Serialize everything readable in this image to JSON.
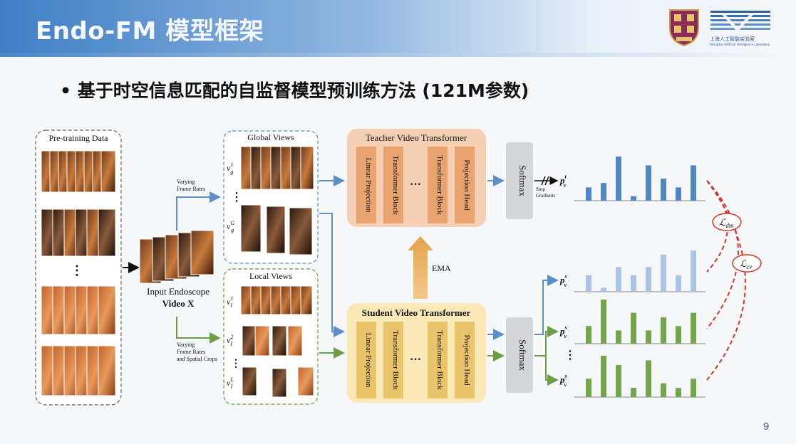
{
  "slide": {
    "title": "Endo-FM 模型框架",
    "bullet": "基于时空信息匹配的自监督模型预训练方法 (121M参数)",
    "page_number": "9"
  },
  "logos": {
    "lab_text": "上海人工智能实验室",
    "lab_subtext": "Shanghai Artificial Intelligence Laboratory"
  },
  "diagram": {
    "pretraining_data": "Pre-training Data",
    "input_label_line1": "Input Endoscope",
    "input_label_line2": "Video X",
    "varying_top_1": "Varying",
    "varying_top_2": "Frame Rates",
    "varying_bot_1": "Varying",
    "varying_bot_2": "Frame Rates",
    "varying_bot_3": "and Spatial Crops",
    "global_views": "Global Views",
    "local_views": "Local Views",
    "teacher_title": "Teacher Video Transformer",
    "student_title": "Student Video Transformer",
    "blocks": [
      "Linear Projection",
      "Transformer Block",
      "Transformer Block",
      "Projection Head"
    ],
    "ellipsis": "···",
    "softmax": "Softmax",
    "ema": "EMA",
    "stop_1": "Stop",
    "stop_2": "Gradients",
    "loss_dm": "dm",
    "loss_cv": "cv",
    "loss_symbol": "ℒ",
    "vertical_dots": "⋮",
    "vg1": "v",
    "vg1_sup": "1",
    "vg1_sub": "g",
    "vgG_sup": "G",
    "vl1_sup": "1",
    "vl_sub": "l",
    "vl2_sup": "2",
    "vlL_sup": "L",
    "p": "p",
    "p_t": "t",
    "p_s": "s"
  },
  "chart_data": [
    {
      "type": "bar",
      "name": "teacher-global",
      "values": [
        3,
        4,
        10,
        1,
        8,
        5,
        3,
        8
      ],
      "color": "#4f86c6"
    },
    {
      "type": "bar",
      "name": "student-global",
      "values": [
        4,
        1,
        6,
        4,
        6,
        9,
        4,
        10
      ],
      "color": "#a9c4e4"
    },
    {
      "type": "bar",
      "name": "student-local-1",
      "values": [
        4,
        10,
        3,
        7,
        3,
        6,
        4,
        7
      ],
      "color": "#73a54a"
    },
    {
      "type": "bar",
      "name": "student-local-L",
      "values": [
        4,
        9,
        7,
        2,
        8,
        3,
        2,
        4
      ],
      "color": "#73a54a"
    }
  ],
  "colors": {
    "teacher_bg": "#f6d0b5",
    "teacher_block": "#e8a36e",
    "student_bg": "#fbe9b8",
    "student_block": "#e9c46a",
    "blue_arrow": "#5b8fc9",
    "green_arrow": "#6c9e45",
    "loss_red": "#d9342b"
  }
}
